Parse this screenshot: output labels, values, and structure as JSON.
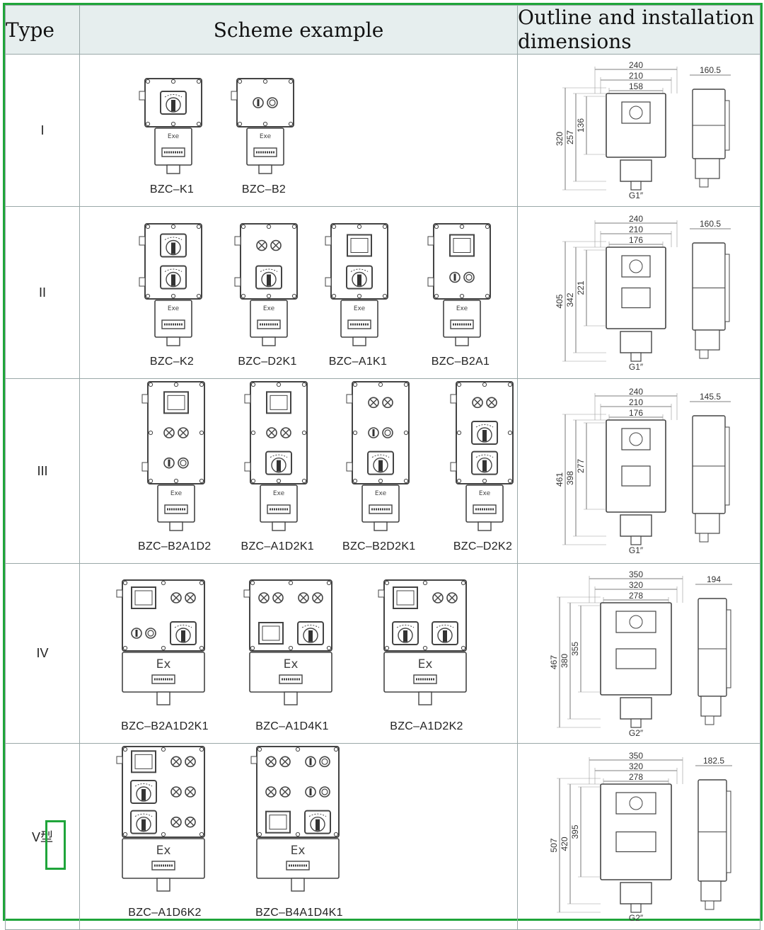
{
  "header": {
    "type": "Type",
    "scheme": "Scheme example",
    "outline": "Outline and installation dimensions"
  },
  "rows": [
    {
      "type": "I",
      "devices": [
        "BZC–K1",
        "BZC–B2"
      ],
      "outline": {
        "w": [
          "240",
          "210",
          "158"
        ],
        "side": "160.5",
        "h": [
          "320",
          "257",
          "136"
        ],
        "thread": "G1″"
      }
    },
    {
      "type": "II",
      "devices": [
        "BZC–K2",
        "BZC–D2K1",
        "BZC–A1K1",
        "BZC–B2A1"
      ],
      "outline": {
        "w": [
          "240",
          "210",
          "176"
        ],
        "side": "160.5",
        "h": [
          "405",
          "342",
          "221"
        ],
        "thread": "G1″"
      }
    },
    {
      "type": "III",
      "devices": [
        "BZC–B2A1D2",
        "BZC–A1D2K1",
        "BZC–B2D2K1",
        "BZC–D2K2"
      ],
      "outline": {
        "w": [
          "240",
          "210",
          "176"
        ],
        "side": "145.5",
        "h": [
          "461",
          "398",
          "277"
        ],
        "thread": "G1″"
      }
    },
    {
      "type": "IV",
      "devices": [
        "BZC–B2A1D2K1",
        "BZC–A1D4K1",
        "BZC–A1D2K2"
      ],
      "outline": {
        "w": [
          "350",
          "320",
          "278"
        ],
        "side": "194",
        "h": [
          "467",
          "380",
          "355"
        ],
        "thread": "G2″"
      }
    },
    {
      "type": "V型",
      "devices": [
        "BZC–A1D6K2",
        "BZC–B4A1D4K1"
      ],
      "outline": {
        "w": [
          "350",
          "320",
          "278"
        ],
        "side": "182.5",
        "h": [
          "507",
          "420",
          "395"
        ],
        "thread": "G2″"
      }
    }
  ],
  "marks": {
    "exe": "Exe",
    "ex": "Ex"
  }
}
